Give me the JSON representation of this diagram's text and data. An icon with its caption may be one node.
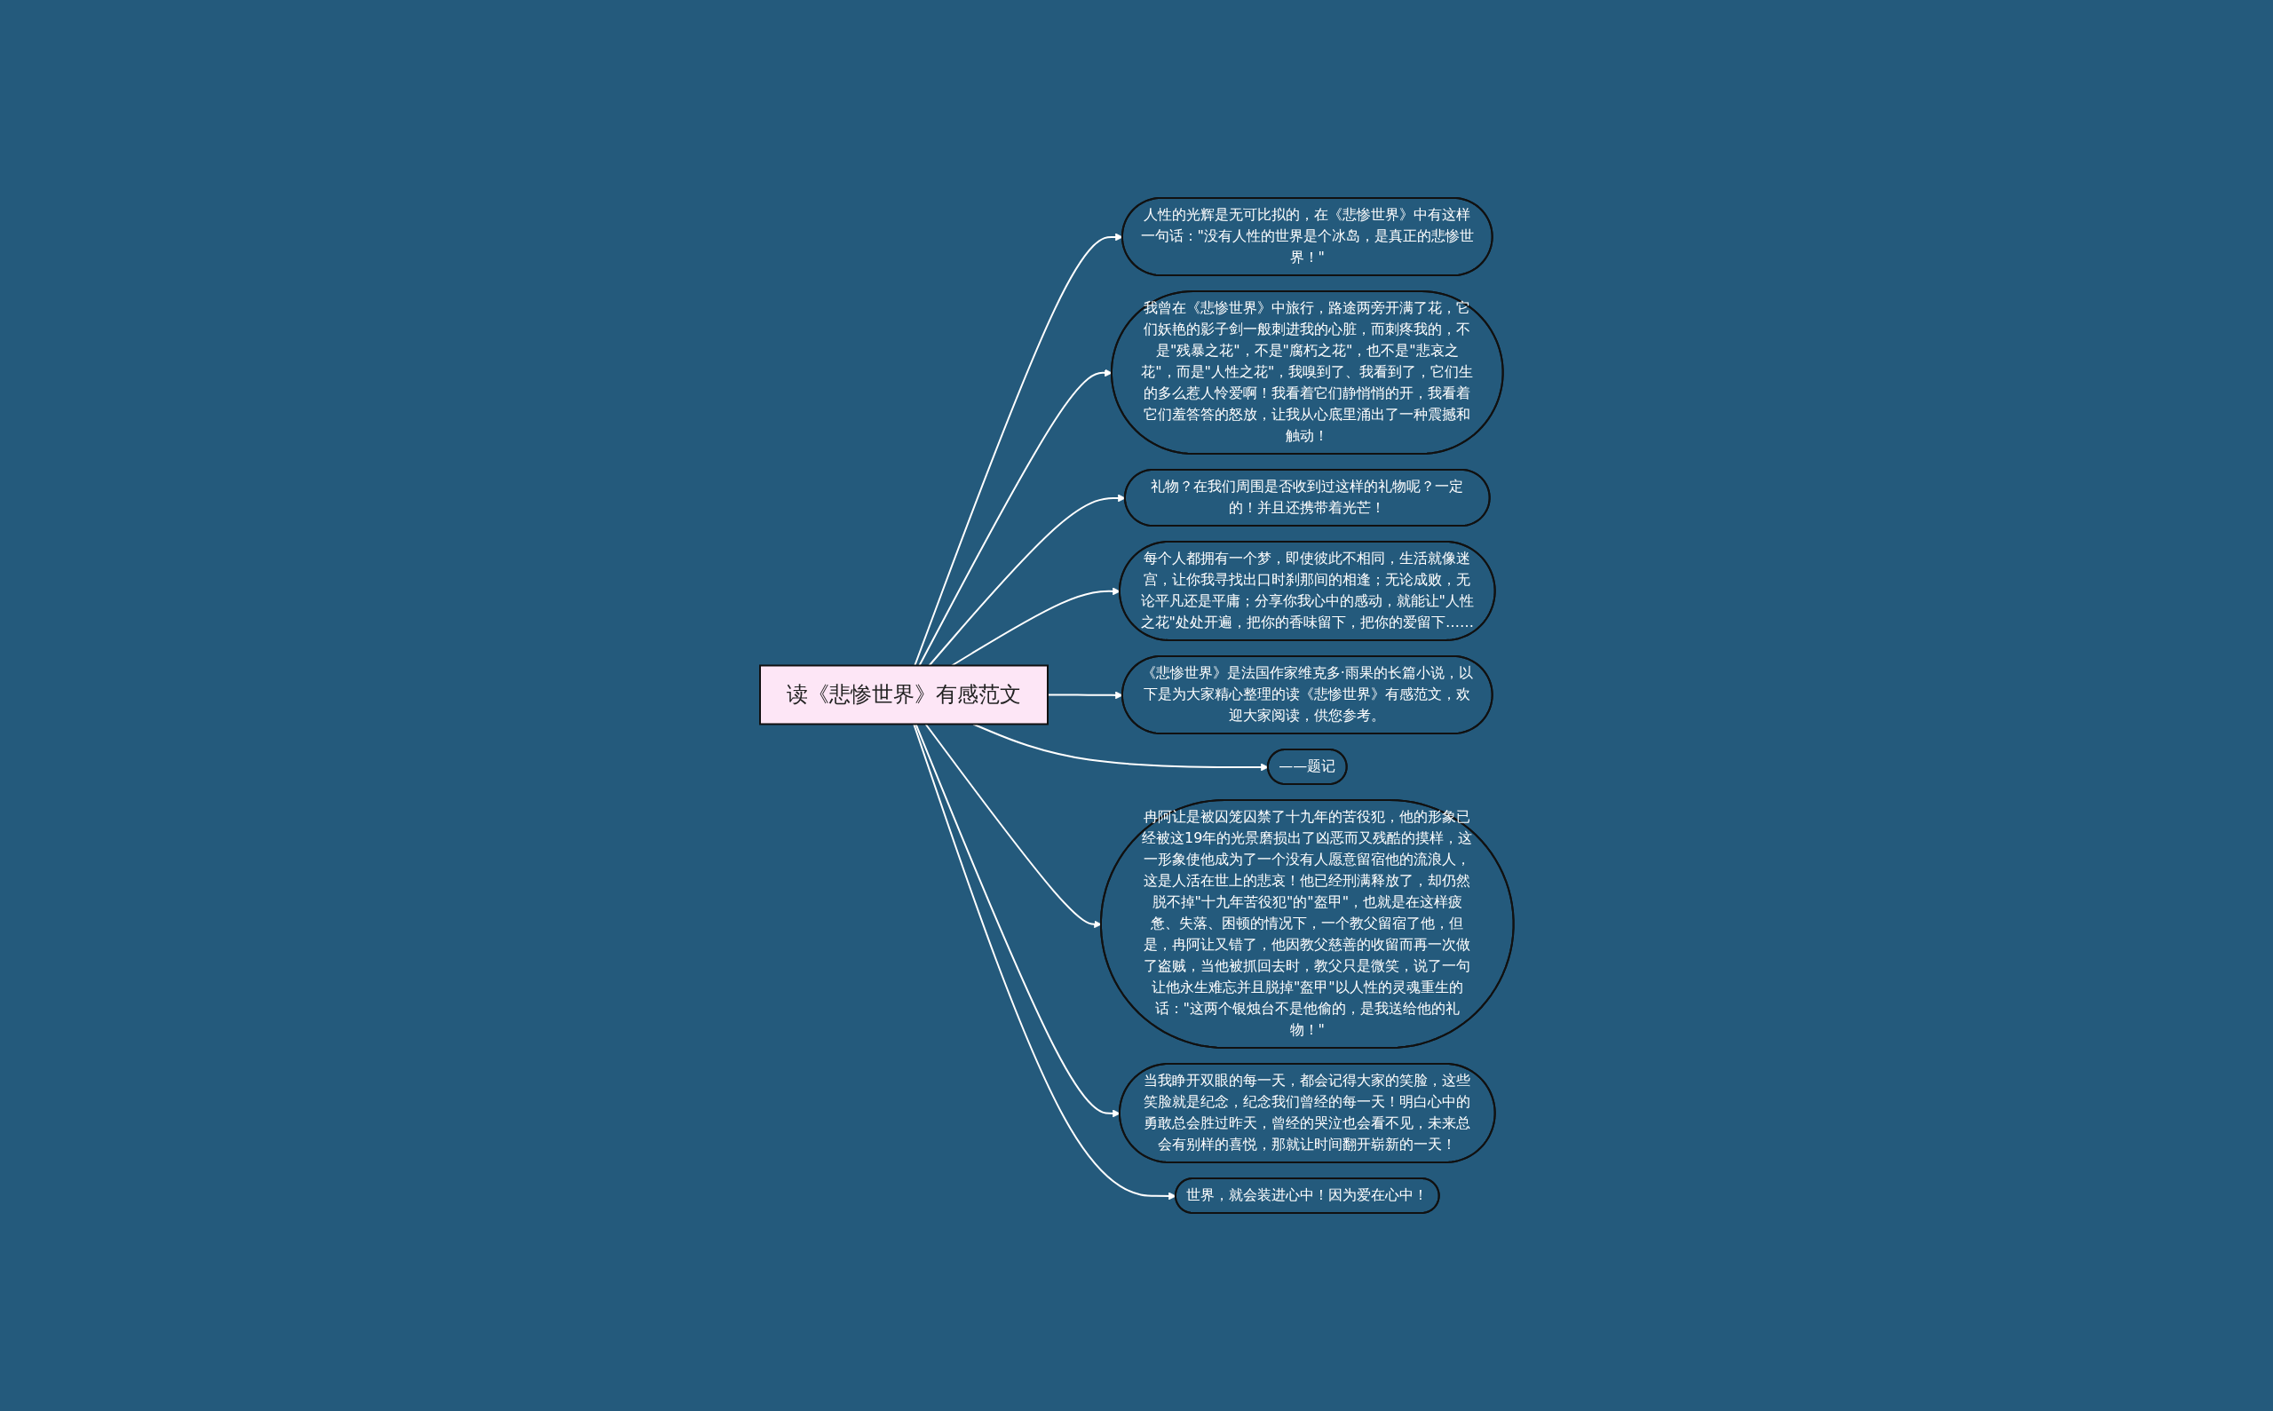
{
  "diagram": {
    "nodes": [
      {
        "text": [
          "读《悲惨世界》有感范文"
        ]
      },
      {
        "text": [
          "人性的光辉是无可比拟的，在《悲惨世界》中有这样一句话：\"没有人性的世界是个冰岛，是真正的悲惨世界！\""
        ]
      },
      {
        "text": [
          "我曾在《悲惨世界》中旅行，路途两旁开满了花，它们妖艳的影子剑一般刺进我的心脏，而刺疼我的，不是\"残暴之花\"，不是\"腐朽之花\"，也不是\"悲哀之花\"，而是\"人性之花\"，我嗅到了、我看到了，它们生的多么惹人怜爱啊！我看着它们静悄悄的开，我看着它们羞答答的怒放，让我从心底里涌出了一种震撼和触动！"
        ]
      },
      {
        "text": [
          "礼物？在我们周围是否收到过这样的礼物呢？一定的！并且还携带着光芒！"
        ]
      },
      {
        "text": [
          "每个人都拥有一个梦，即使彼此不相同，生活就像迷宫，让你我寻找出口时刹那间的相逢；无论成败，无论平凡还是平庸；分享你我心中的感动，就能让\"人性之花\"处处开遍，把你的香味留下，把你的爱留下……"
        ]
      },
      {
        "text": [
          "《悲惨世界》是法国作家维克多·雨果的长篇小说，以下是为大家精心整理的读《悲惨世界》有感范文，欢迎大家阅读，供您参考。"
        ]
      },
      {
        "text": [
          "——题记"
        ]
      },
      {
        "text": [
          "冉阿让是被囚笼囚禁了十九年的苦役犯，他的形象已经被这19年的光景磨损出了凶恶而又残酷的摸样，这一形象使他成为了一个没有人愿意留宿他的流浪人，这是人活在世上的悲哀！他已经刑满释放了，却仍然脱不掉\"十九年苦役犯\"的\"盔甲\"，也就是在这样疲惫、失落、困顿的情况下，一个教父留宿了他，但是，冉阿让又错了，他因教父慈善的收留而再一次做了盗贼，当他被抓回去时，教父只是微笑，说了一句让他永生难忘并且脱掉\"盔甲\"以人性的灵魂重生的话：\"这两个银烛台不是他偷的，是我送给他的礼物！\""
        ]
      },
      {
        "text": [
          "当我睁开双眼的每一天，都会记得大家的笑脸，这些笑脸就是纪念，纪念我们曾经的每一天！明白心中的勇敢总会胜过昨天，曾经的哭泣也会看不见，未来总会有别样的喜悦，那就让时间翻开崭新的一天！"
        ]
      },
      {
        "text": [
          "世界，就会装进心中！因为爱在心中！"
        ]
      }
    ],
    "edges": [
      {
        "from": 0,
        "to": 1,
        "arrow": "to"
      },
      {
        "from": 0,
        "to": 2,
        "arrow": "to"
      },
      {
        "from": 0,
        "to": 3,
        "arrow": "to"
      },
      {
        "from": 0,
        "to": 4,
        "arrow": "to"
      },
      {
        "from": 0,
        "to": 5,
        "arrow": "to"
      },
      {
        "from": 0,
        "to": 6,
        "arrow": "to"
      },
      {
        "from": 0,
        "to": 7,
        "arrow": "to"
      },
      {
        "from": 0,
        "to": 8,
        "arrow": "to"
      },
      {
        "from": 0,
        "to": 9,
        "arrow": "to"
      }
    ]
  }
}
